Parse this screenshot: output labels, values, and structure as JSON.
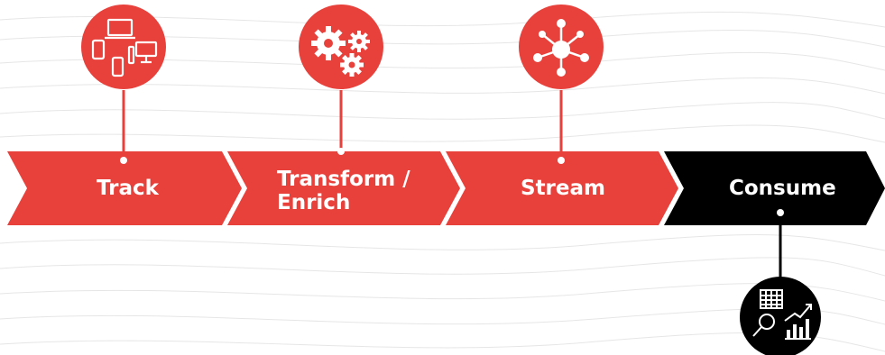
{
  "steps": [
    {
      "label": "Track",
      "color": "#e8413c",
      "icon": "devices-icon"
    },
    {
      "label_line1": "Transform /",
      "label_line2": "Enrich",
      "color": "#e8413c",
      "icon": "gears-icon"
    },
    {
      "label": "Stream",
      "color": "#e8413c",
      "icon": "network-hub-icon"
    },
    {
      "label": "Consume",
      "color": "#000000",
      "icon": "analytics-icon"
    }
  ],
  "colors": {
    "accent": "#e8413c",
    "dark": "#000000",
    "text": "#ffffff",
    "background_lines": "#e6e6e6"
  }
}
